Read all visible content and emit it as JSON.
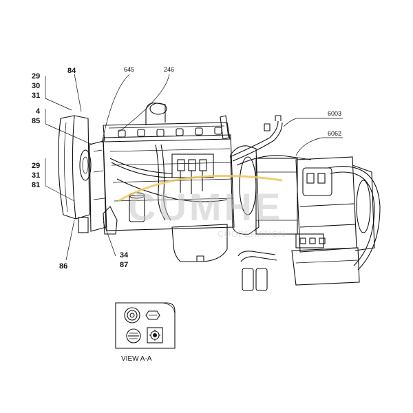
{
  "callouts": {
    "c29a": "29",
    "c30": "30",
    "c31a": "31",
    "c84": "84",
    "c4": "4",
    "c85": "85",
    "c29b": "29",
    "c31b": "31",
    "c81": "81",
    "c86": "86",
    "c34": "34",
    "c87": "87",
    "c645": "645",
    "c246": "246",
    "c6003": "6003",
    "c6062": "6062"
  },
  "view_caption": "VIEW A-A",
  "watermark": {
    "main": "CUMHE",
    "sub": "COOPERATION"
  },
  "colors": {
    "ink": "#111111",
    "watermark_gray": "#c8c8c8",
    "watermark_gold": "#f0c45a"
  }
}
